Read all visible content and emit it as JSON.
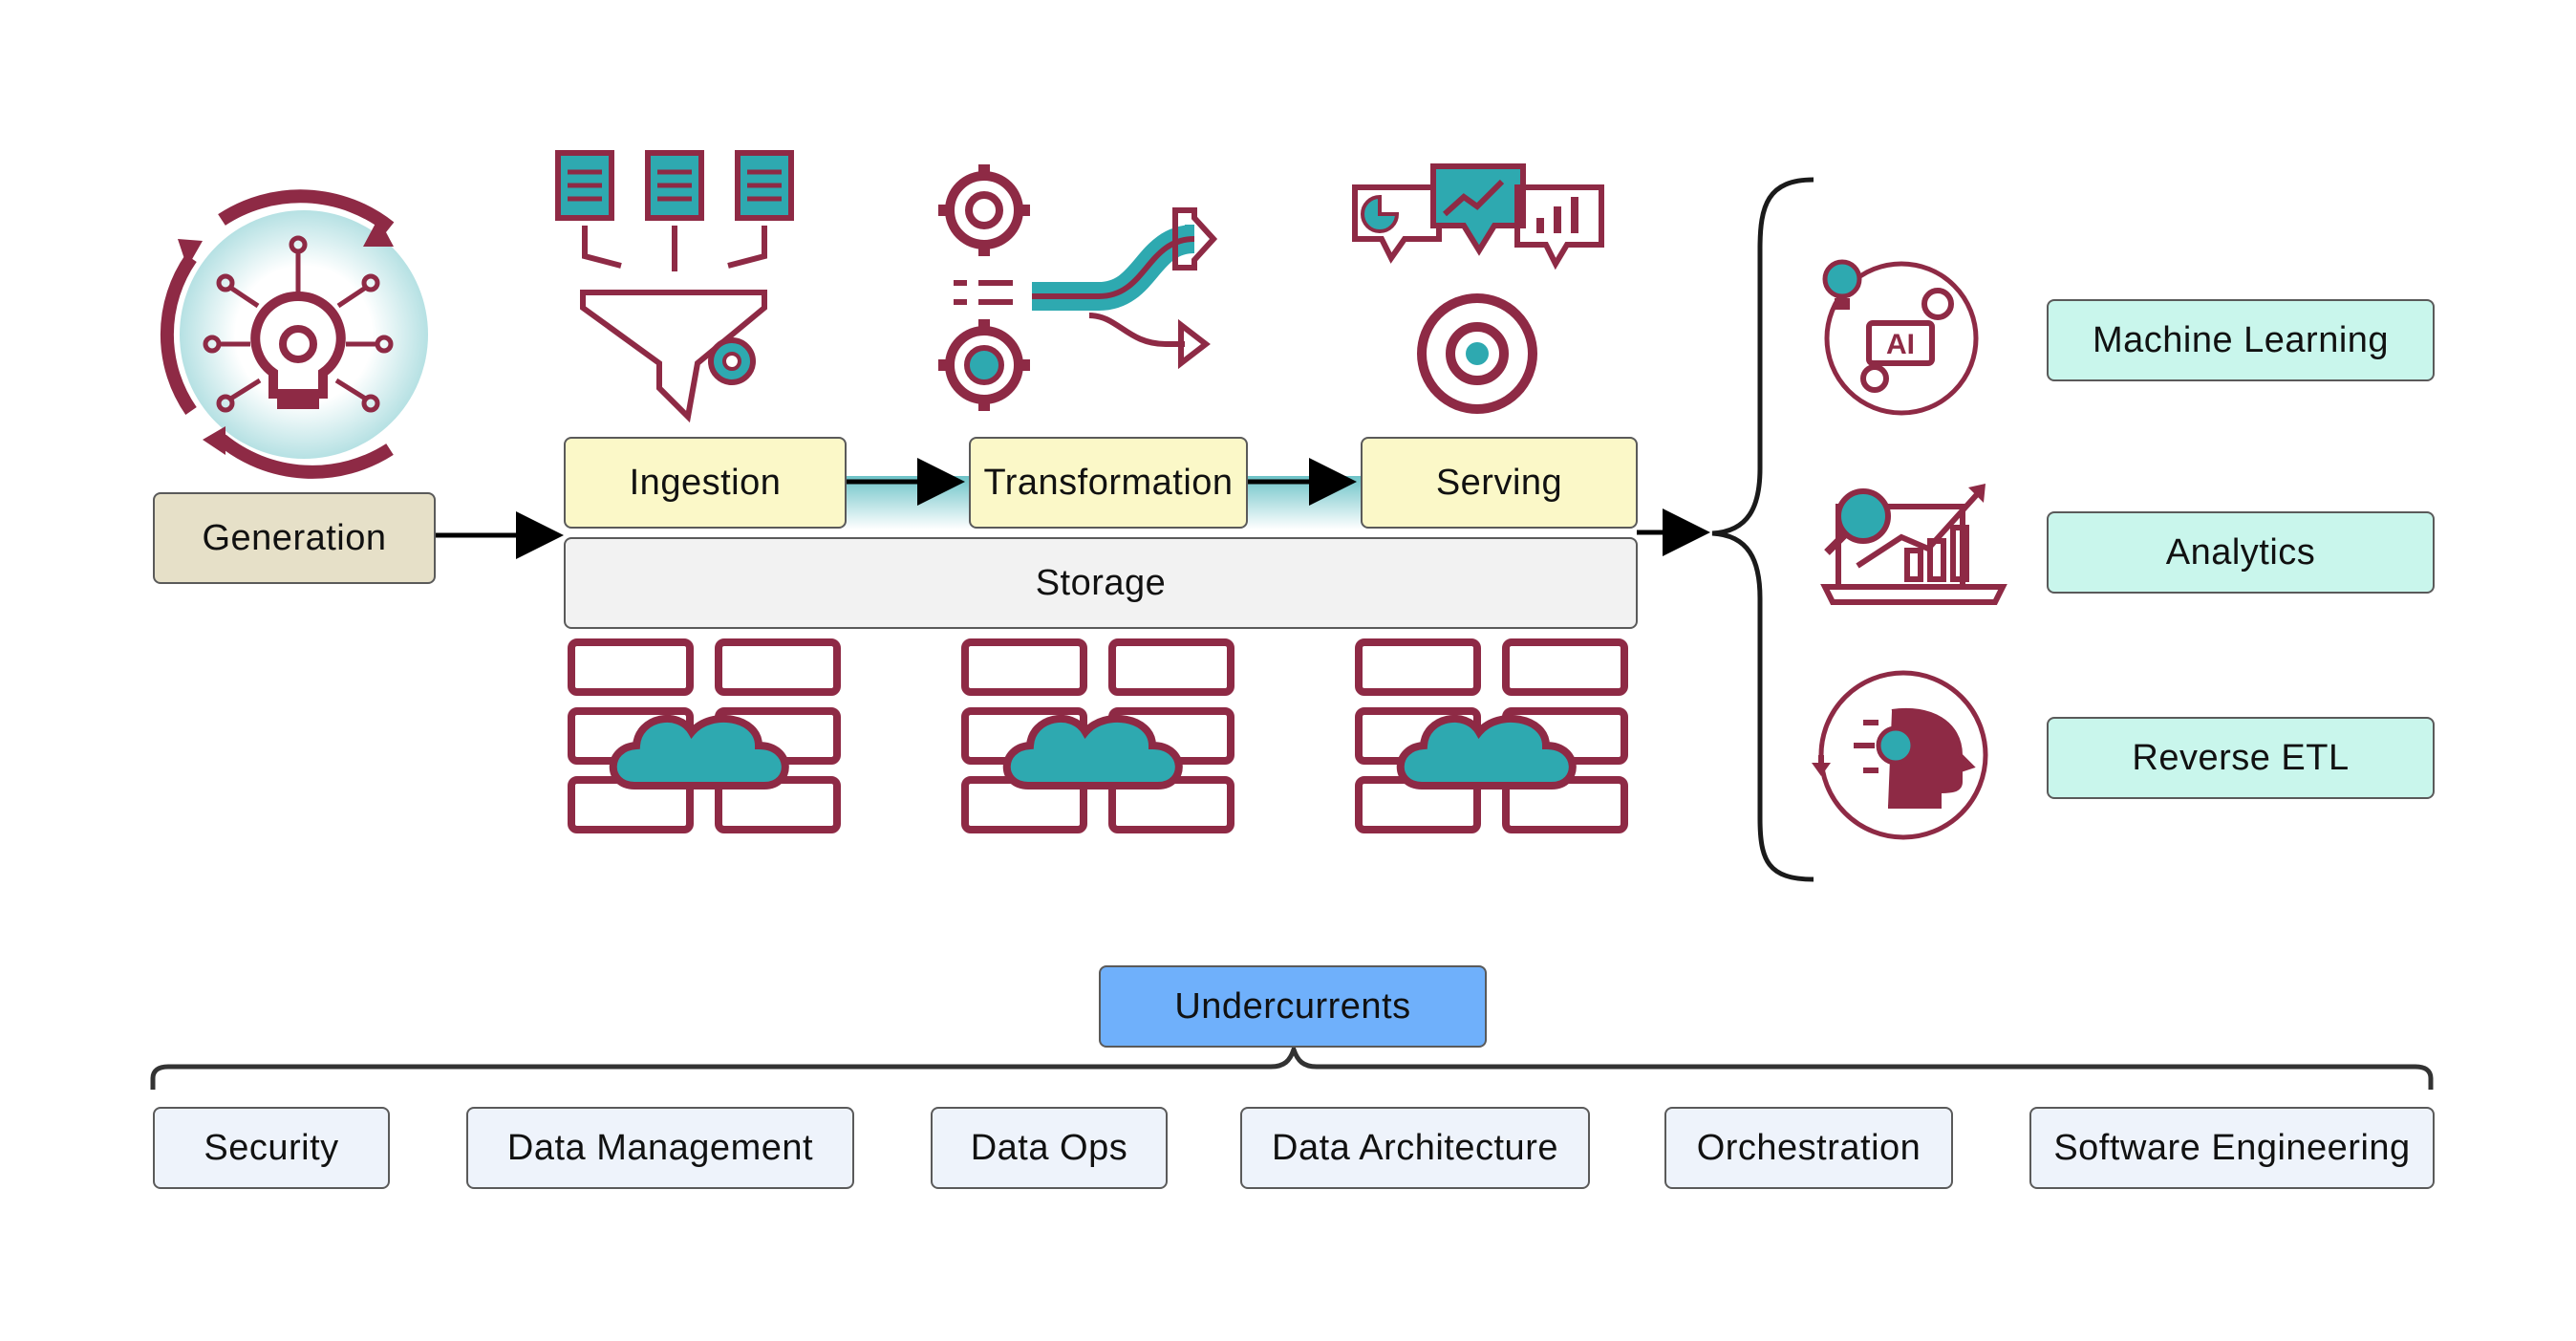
{
  "colors": {
    "maroon": "#8e2a45",
    "teal": "#2ea9b0",
    "stage_fill": "#fbf8c8",
    "generation_fill": "#e6e0c8",
    "storage_fill": "#f2f2f2",
    "output_fill": "#c9f6ec",
    "undercurrents_fill": "#6fb0fb",
    "undercurrent_item_fill": "#eef3fb"
  },
  "lifecycle": {
    "generation": "Generation",
    "ingestion": "Ingestion",
    "transformation": "Transformation",
    "serving": "Serving",
    "storage": "Storage"
  },
  "outputs": {
    "machine_learning": "Machine Learning",
    "analytics": "Analytics",
    "reverse_etl": "Reverse ETL"
  },
  "undercurrents": {
    "title": "Undercurrents",
    "items": [
      "Security",
      "Data Management",
      "Data Ops",
      "Data Architecture",
      "Orchestration",
      "Software Engineering"
    ]
  },
  "icons": {
    "generation": "lightbulb-gear-cycle-icon",
    "ingestion": "documents-funnel-icon",
    "transformation": "gears-shuffle-arrows-icon",
    "serving": "dashboard-chat-gear-icon",
    "storage": "server-cloud-icon",
    "machine_learning": "ai-brain-icon",
    "analytics": "laptop-chart-magnifier-icon",
    "reverse_etl": "head-gear-icon"
  }
}
